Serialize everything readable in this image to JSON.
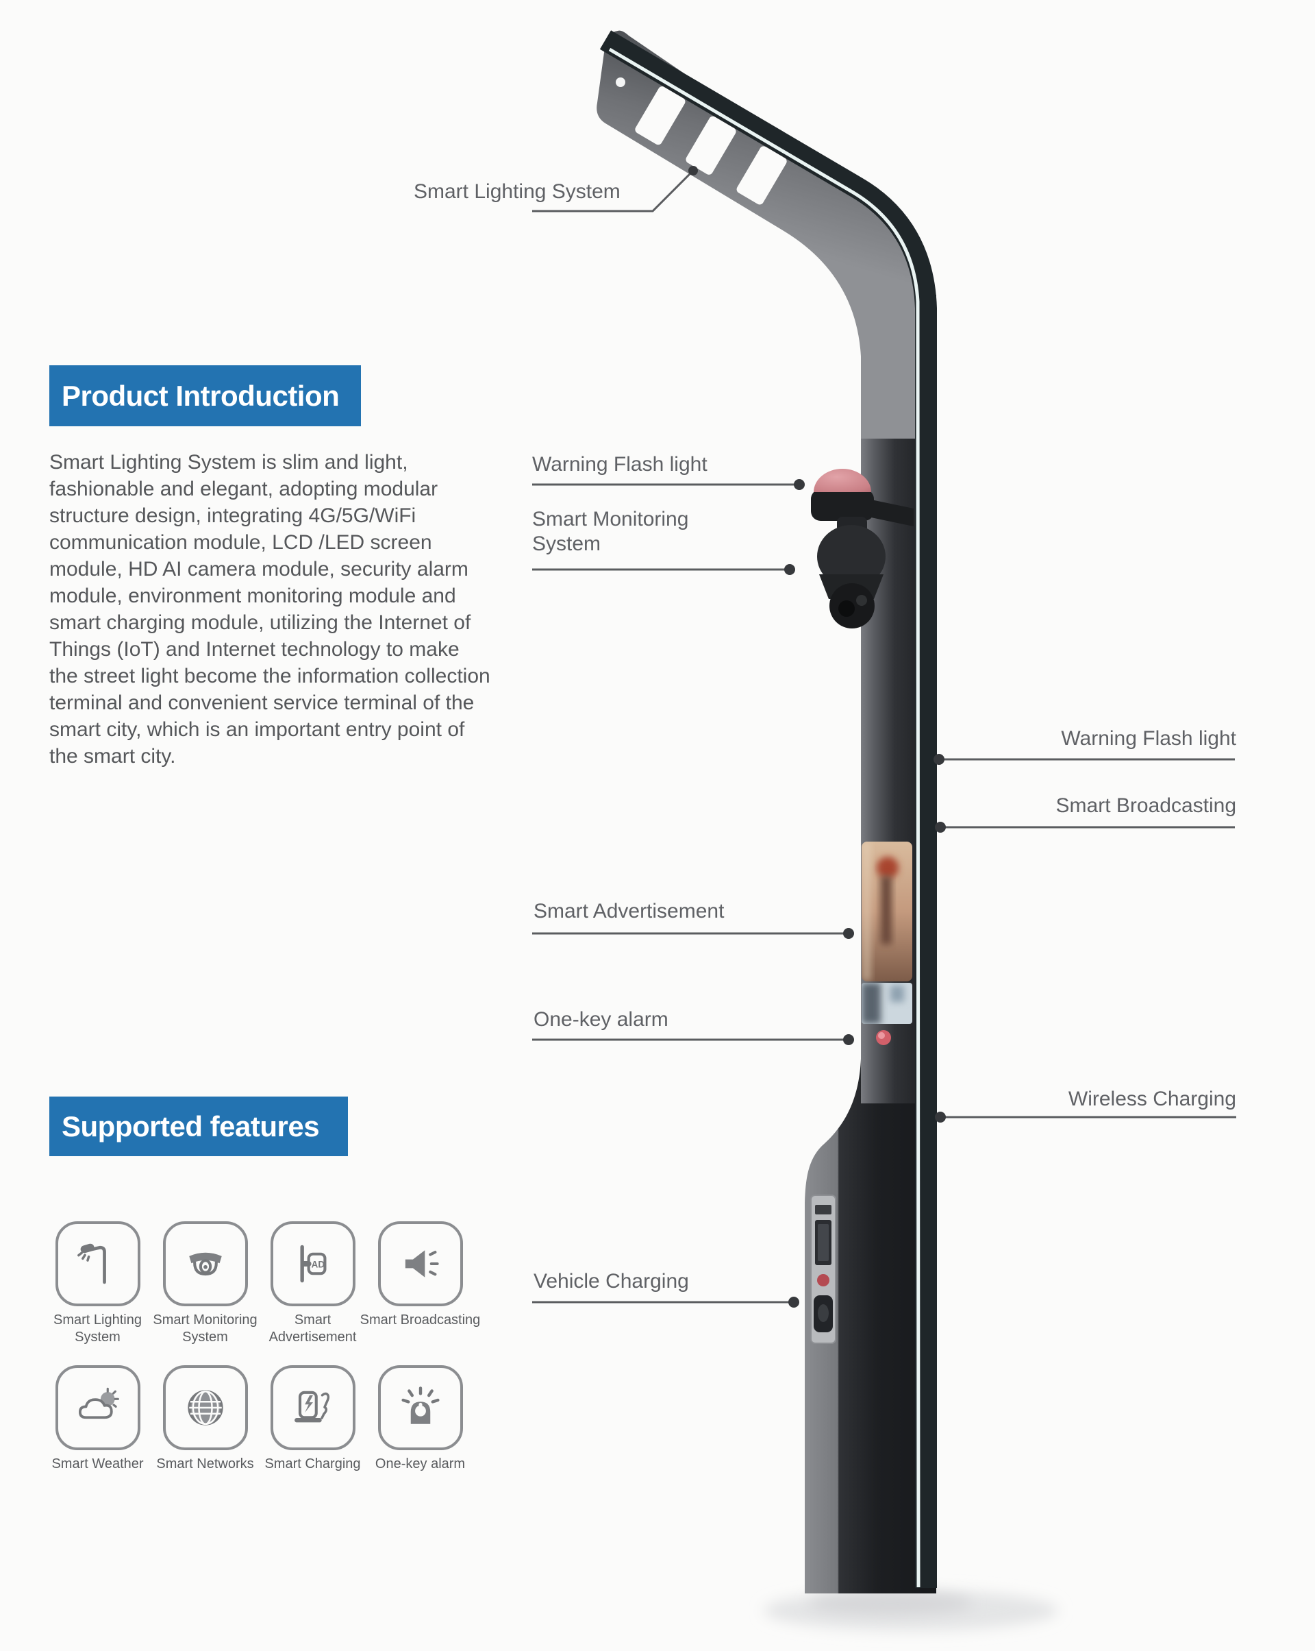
{
  "page": {
    "background": "#fbfbfa"
  },
  "sections": {
    "product_introduction": {
      "title": "Product Introduction",
      "body": "Smart Lighting System is slim and light, fashionable and elegant, adopting modular structure design, integrating 4G/5G/WiFi communication module, LCD /LED screen module, HD AI camera module, security alarm module, environment monitoring module and smart charging module, utilizing the Internet of Things (IoT) and Internet technology to make the street light become the information collection terminal and convenient service terminal of the smart city, which is an important entry point of the smart city."
    },
    "supported_features": {
      "title": "Supported features",
      "features": [
        {
          "label": "Smart Lighting System",
          "icon": "street-light-icon"
        },
        {
          "label": "Smart Monitoring System",
          "icon": "dome-camera-icon"
        },
        {
          "label": "Smart Advertisement",
          "icon": "ad-board-icon",
          "icon_text": "AD"
        },
        {
          "label": "Smart Broadcasting",
          "icon": "speaker-icon"
        },
        {
          "label": "Smart Weather",
          "icon": "weather-icon"
        },
        {
          "label": "Smart Networks",
          "icon": "globe-icon"
        },
        {
          "label": "Smart Charging",
          "icon": "ev-charger-icon"
        },
        {
          "label": "One-key alarm",
          "icon": "alarm-button-icon"
        }
      ]
    }
  },
  "diagram": {
    "callouts": {
      "smart_lighting_system": "Smart Lighting System",
      "warning_flash_light_top": "Warning Flash light",
      "smart_monitoring_system": "Smart Monitoring System",
      "warning_flash_light_right": "Warning Flash light",
      "smart_broadcasting": "Smart Broadcasting",
      "smart_advertisement": "Smart Advertisement",
      "one_key_alarm": "One-key alarm",
      "wireless_charging": "Wireless Charging",
      "vehicle_charging": "Vehicle Charging"
    }
  },
  "colors": {
    "accent_blue": "#2373b1",
    "heading_text": "#ffffff",
    "body_text": "#55575a",
    "label_text": "#5f6165",
    "pole_stripe": "#eaf4f3",
    "beacon_red": "#cf868c"
  }
}
